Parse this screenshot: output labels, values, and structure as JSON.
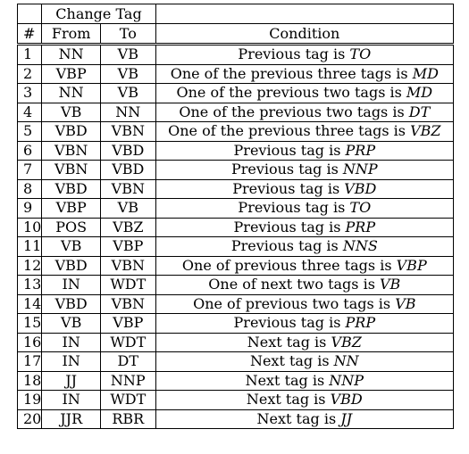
{
  "table": {
    "group_header": "Change Tag",
    "headers": {
      "num": "#",
      "from": "From",
      "to": "To",
      "condition": "Condition"
    },
    "rows": [
      {
        "num": "1",
        "from": "NN",
        "to": "VB",
        "cond_prefix": "Previous tag is ",
        "cond_tag": "TO"
      },
      {
        "num": "2",
        "from": "VBP",
        "to": "VB",
        "cond_prefix": "One of the previous three tags is ",
        "cond_tag": "MD"
      },
      {
        "num": "3",
        "from": "NN",
        "to": "VB",
        "cond_prefix": "One of the previous two tags is ",
        "cond_tag": "MD"
      },
      {
        "num": "4",
        "from": "VB",
        "to": "NN",
        "cond_prefix": "One of the previous two tags is ",
        "cond_tag": "DT"
      },
      {
        "num": "5",
        "from": "VBD",
        "to": "VBN",
        "cond_prefix": "One of the previous three tags is ",
        "cond_tag": "VBZ"
      },
      {
        "num": "6",
        "from": "VBN",
        "to": "VBD",
        "cond_prefix": "Previous tag is ",
        "cond_tag": "PRP"
      },
      {
        "num": "7",
        "from": "VBN",
        "to": "VBD",
        "cond_prefix": "Previous tag is ",
        "cond_tag": "NNP"
      },
      {
        "num": "8",
        "from": "VBD",
        "to": "VBN",
        "cond_prefix": "Previous tag is ",
        "cond_tag": "VBD"
      },
      {
        "num": "9",
        "from": "VBP",
        "to": "VB",
        "cond_prefix": "Previous tag is ",
        "cond_tag": "TO"
      },
      {
        "num": "10",
        "from": "POS",
        "to": "VBZ",
        "cond_prefix": "Previous tag is ",
        "cond_tag": "PRP"
      },
      {
        "num": "11",
        "from": "VB",
        "to": "VBP",
        "cond_prefix": "Previous tag is ",
        "cond_tag": "NNS"
      },
      {
        "num": "12",
        "from": "VBD",
        "to": "VBN",
        "cond_prefix": "One of previous three tags is ",
        "cond_tag": "VBP"
      },
      {
        "num": "13",
        "from": "IN",
        "to": "WDT",
        "cond_prefix": "One of next two tags is ",
        "cond_tag": "VB"
      },
      {
        "num": "14",
        "from": "VBD",
        "to": "VBN",
        "cond_prefix": "One of previous two tags is ",
        "cond_tag": "VB"
      },
      {
        "num": "15",
        "from": "VB",
        "to": "VBP",
        "cond_prefix": "Previous tag is ",
        "cond_tag": "PRP"
      },
      {
        "num": "16",
        "from": "IN",
        "to": "WDT",
        "cond_prefix": "Next tag is ",
        "cond_tag": "VBZ"
      },
      {
        "num": "17",
        "from": "IN",
        "to": "DT",
        "cond_prefix": "Next tag is ",
        "cond_tag": "NN"
      },
      {
        "num": "18",
        "from": "JJ",
        "to": "NNP",
        "cond_prefix": "Next tag is ",
        "cond_tag": "NNP"
      },
      {
        "num": "19",
        "from": "IN",
        "to": "WDT",
        "cond_prefix": "Next tag is ",
        "cond_tag": "VBD"
      },
      {
        "num": "20",
        "from": "JJR",
        "to": "RBR",
        "cond_prefix": "Next tag is ",
        "cond_tag": "JJ"
      }
    ]
  }
}
